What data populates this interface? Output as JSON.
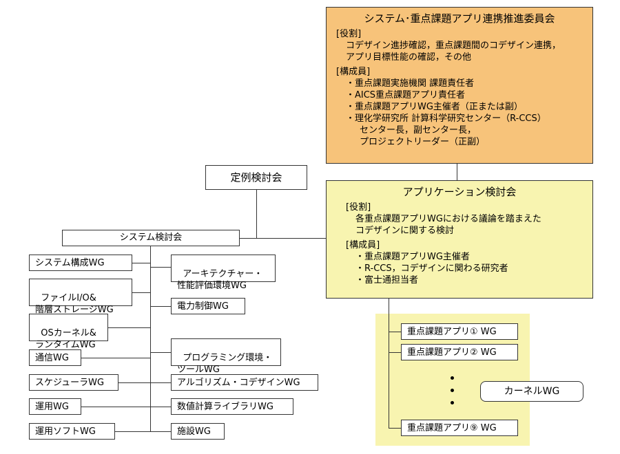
{
  "committee": {
    "title": "システム･重点課題アプリ連携推進委員会",
    "role_label": "[役割]",
    "role_lines": [
      "コデザイン進捗確認，重点課題間のコデザイン連携，",
      "アプリ目標性能の確認，その他"
    ],
    "members_label": "[構成員]",
    "member_lines": [
      "・重点課題実施機関 課題責任者",
      "・AICS重点課題アプリ責任者",
      "・重点課題アプリWG主催者（正または副）",
      "・理化学研究所 計算科学研究センター（R-CCS）",
      "センター長，副センター長，",
      "プロジェクトリーダー（正副）"
    ],
    "color": "#f7c37a"
  },
  "regular_meeting": {
    "label": "定例検討会"
  },
  "app_meeting": {
    "title": "アプリケーション検討会",
    "role_label": "[役割]",
    "role_lines": [
      "各重点課題アプリWGにおける議論を踏まえた",
      "コデザインに関する検討"
    ],
    "members_label": "[構成員]",
    "member_lines": [
      "・重点課題アプリWG主催者",
      "・R-CCS，コデザインに関わる研究者",
      "・富士通担当者"
    ],
    "color": "#f8f4b0"
  },
  "system_meeting": {
    "label": "システム検討会"
  },
  "left_wgs": [
    {
      "label": "システム構成WG"
    },
    {
      "label": "ファイルI/O&\n階層ストレージWG"
    },
    {
      "label": "OSカーネル&\nランタイムWG"
    },
    {
      "label": "通信WG"
    },
    {
      "label": "スケジューラWG"
    },
    {
      "label": "運用WG"
    },
    {
      "label": "運用ソフトWG"
    }
  ],
  "right_wgs": [
    {
      "label": "アーキテクチャー・\n性能評価環境WG"
    },
    {
      "label": "電力制御WG"
    },
    {
      "label": "プログラミング環境・\nツールWG"
    },
    {
      "label": "アルゴリズム・コデザインWG"
    },
    {
      "label": "数値計算ライブラリWG"
    },
    {
      "label": "施設WG"
    }
  ],
  "app_wgs": [
    {
      "label": "重点課題アプリ① WG"
    },
    {
      "label": "重点課題アプリ② WG"
    },
    {
      "label": "重点課題アプリ⑨ WG"
    }
  ],
  "kernel_wg": {
    "label": "カーネルWG"
  },
  "app_area_color": "#f8f4b0"
}
